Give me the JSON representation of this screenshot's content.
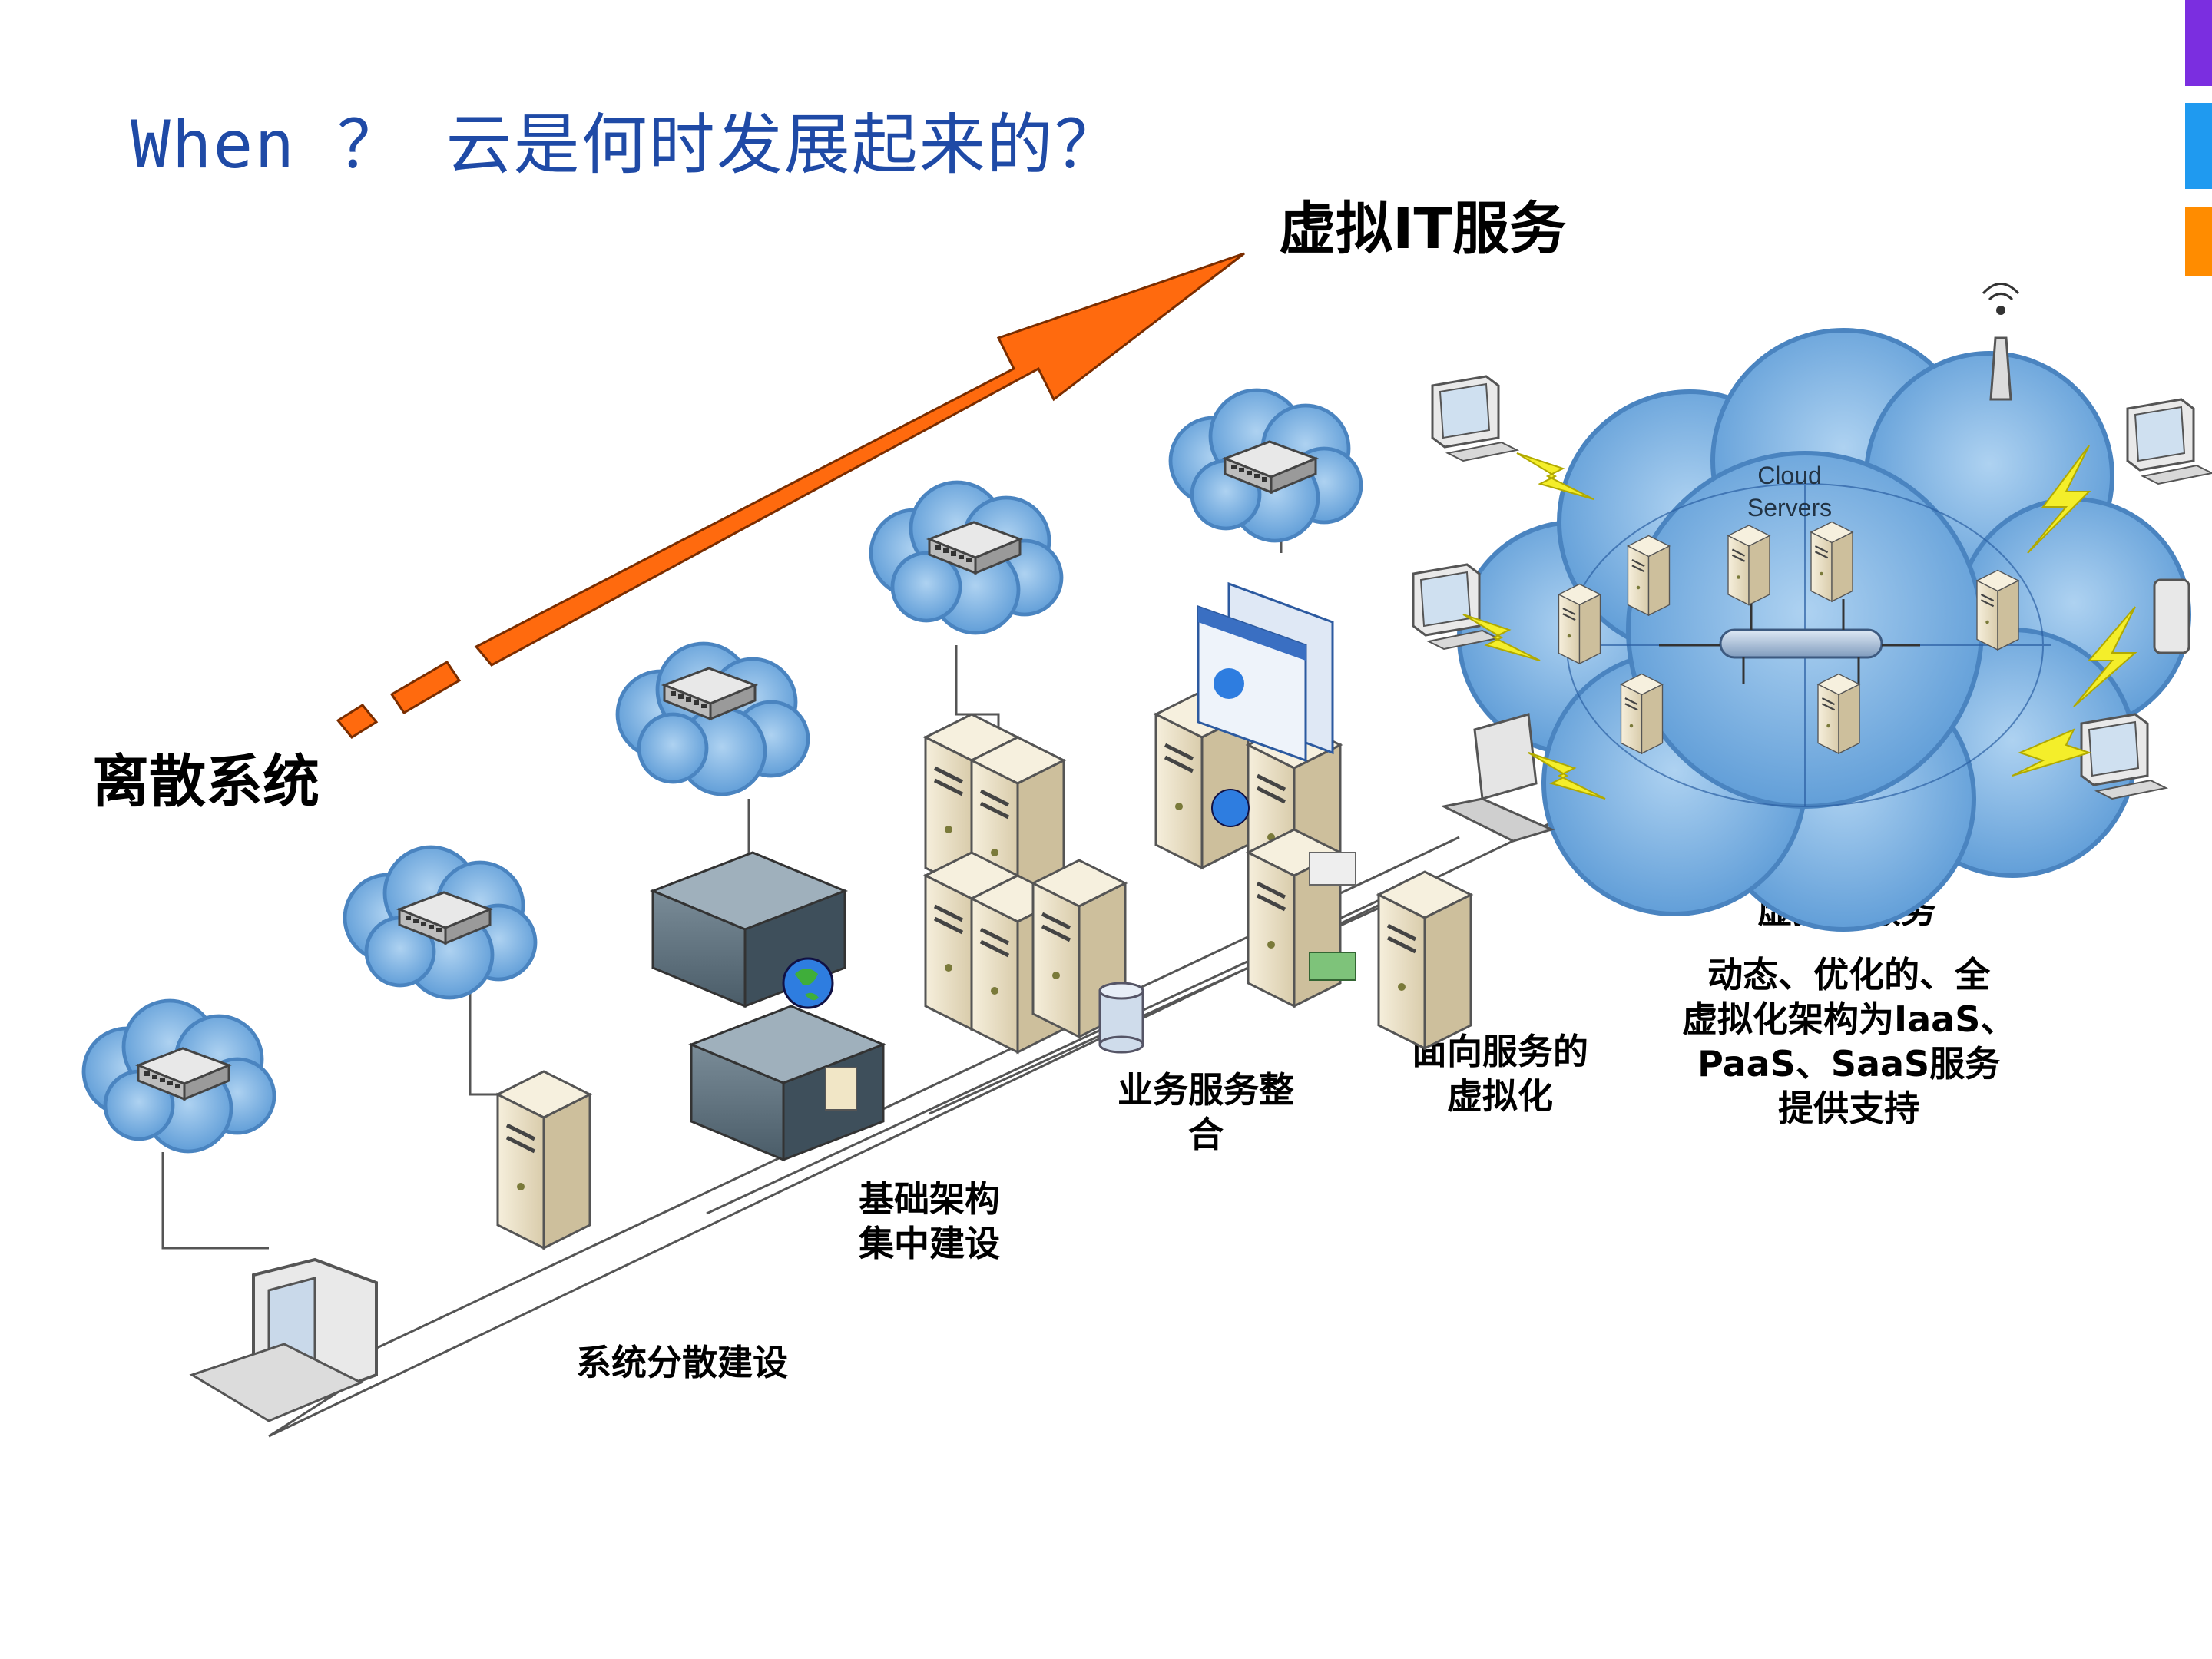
{
  "title": "When ？ 云是何时发展起来的？",
  "labels": {
    "top": "虚拟IT服务",
    "left": "离散系统",
    "cloud_tag": [
      "Cloud",
      "Servers"
    ]
  },
  "stages": [
    {
      "lines": [
        "系统分散建设"
      ]
    },
    {
      "lines": [
        "基础架构",
        "集中建设"
      ]
    },
    {
      "lines": [
        "业务服务整",
        "合"
      ]
    },
    {
      "lines": [
        "面向服务的",
        "虚拟化"
      ]
    },
    {
      "lines": [
        "虚拟IT服务"
      ]
    },
    {
      "lines": [
        "动态、优化的、全",
        "虚拟化架构为IaaS、",
        "PaaS、SaaS服务",
        "提供支持"
      ]
    }
  ],
  "colors": {
    "title": "#1f4aa6",
    "arrow": "#ff6a0e",
    "cloud": "#5b9ad6",
    "server": "#ece3c9",
    "bolt": "#f4ee2a",
    "accent_bars": [
      "#7b2ee0",
      "#1f9af0",
      "#ff8c00"
    ]
  },
  "icons": [
    "switch-icon",
    "server-icon",
    "rack-server-icon",
    "globe-icon",
    "database-icon",
    "monitor-icon",
    "keyboard-icon",
    "laptop-icon",
    "antenna-icon",
    "pda-icon",
    "lightning-icon",
    "browser-window-icon",
    "envelope-icon"
  ]
}
